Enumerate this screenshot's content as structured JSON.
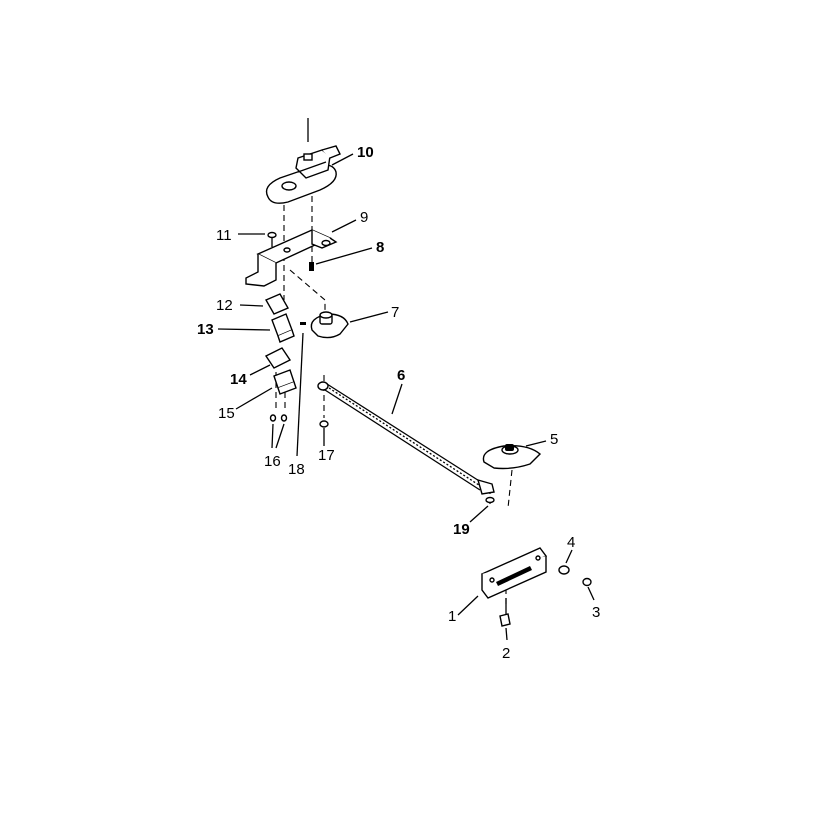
{
  "parts": [
    {
      "id": "10",
      "label": "10",
      "bold": true
    },
    {
      "id": "9",
      "label": "9",
      "bold": false
    },
    {
      "id": "8",
      "label": "8",
      "bold": true
    },
    {
      "id": "11",
      "label": "11",
      "bold": false
    },
    {
      "id": "12",
      "label": "12",
      "bold": false
    },
    {
      "id": "13",
      "label": "13",
      "bold": true
    },
    {
      "id": "7",
      "label": "7",
      "bold": false
    },
    {
      "id": "14",
      "label": "14",
      "bold": true
    },
    {
      "id": "15",
      "label": "15",
      "bold": false
    },
    {
      "id": "6",
      "label": "6",
      "bold": true
    },
    {
      "id": "16",
      "label": "16",
      "bold": false
    },
    {
      "id": "18",
      "label": "18",
      "bold": false
    },
    {
      "id": "17",
      "label": "17",
      "bold": false
    },
    {
      "id": "5",
      "label": "5",
      "bold": false
    },
    {
      "id": "19",
      "label": "19",
      "bold": true
    },
    {
      "id": "4",
      "label": "4",
      "bold": false
    },
    {
      "id": "1",
      "label": "1",
      "bold": false
    },
    {
      "id": "3",
      "label": "3",
      "bold": false
    },
    {
      "id": "2",
      "label": "2",
      "bold": false
    }
  ]
}
